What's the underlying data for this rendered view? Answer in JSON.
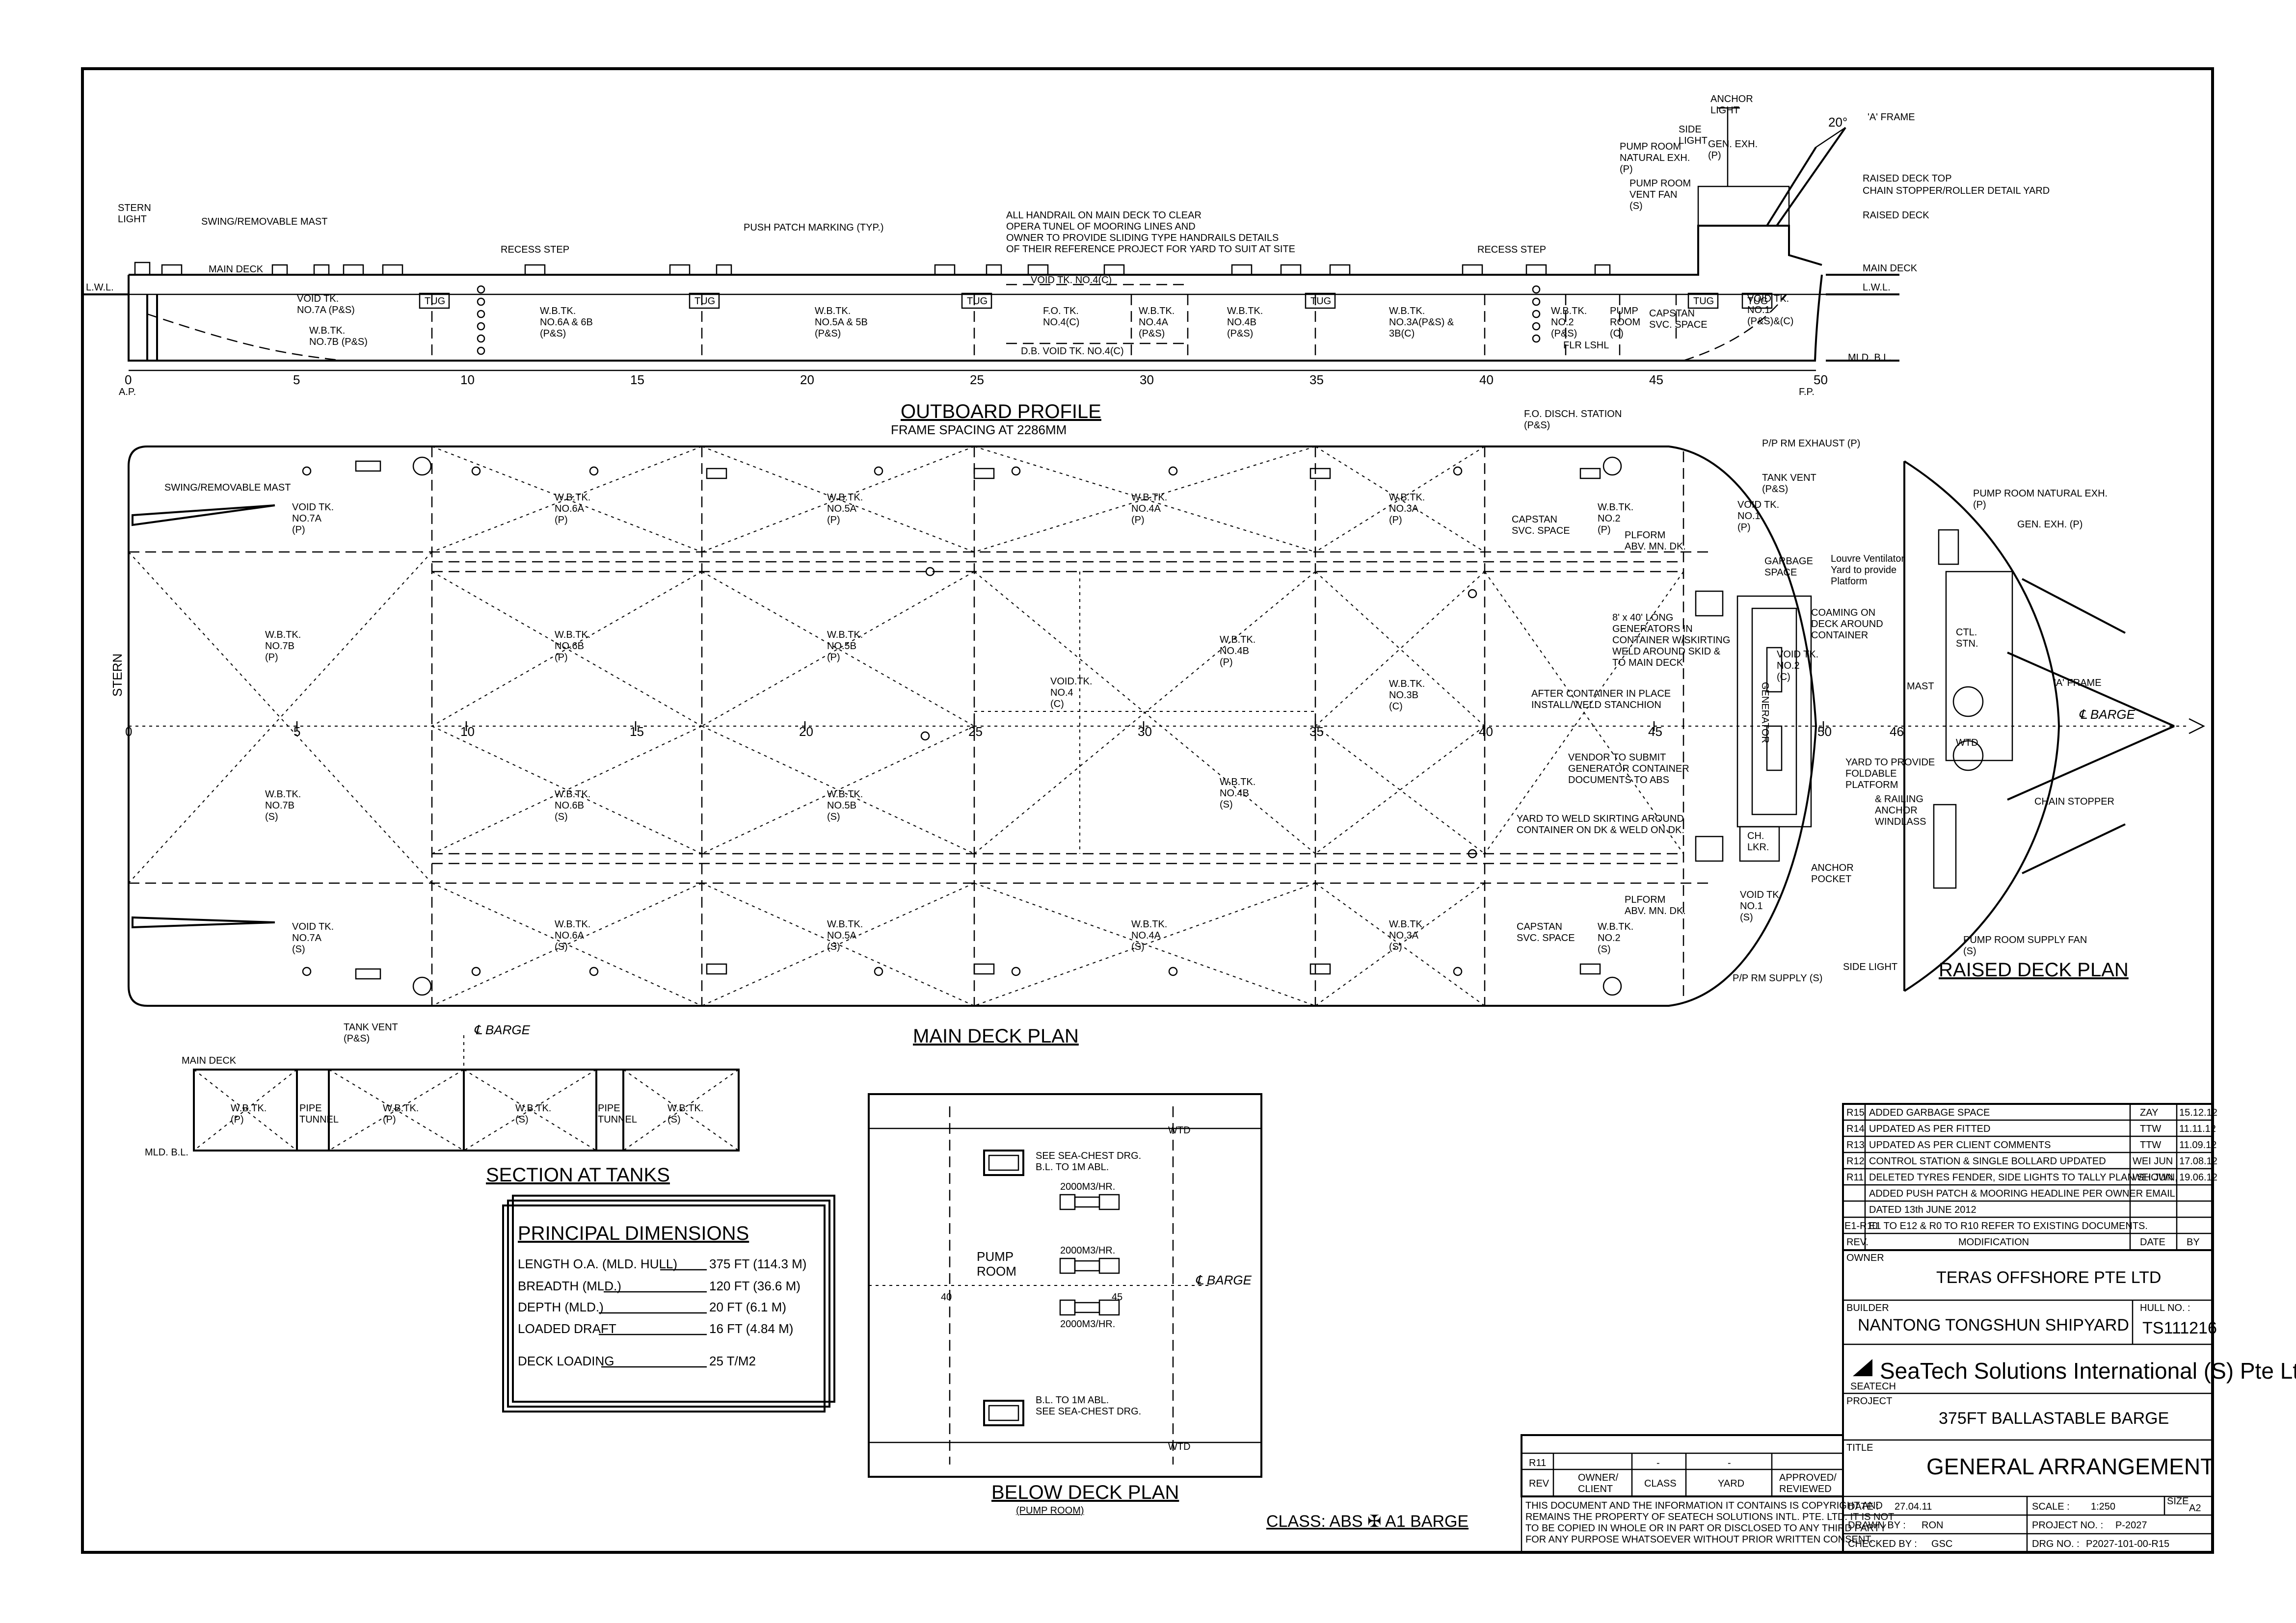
{
  "outboard_profile": {
    "title": "OUTBOARD PROFILE",
    "subtitle": "FRAME SPACING AT 2286MM",
    "labels": {
      "stern_light": "STERN\nLIGHT",
      "swing_mast": "SWING/REMOVABLE MAST",
      "main_deck": "MAIN DECK",
      "lwl": "L.W.L.",
      "recess_step": "RECESS STEP",
      "push_patch": "PUSH PATCH MARKING (TYP.)",
      "handrail_note": "ALL HANDRAIL ON MAIN DECK TO CLEAR\nOPERA TUNEL OF MOORING LINES AND\nOWNER TO PROVIDE SLIDING TYPE HANDRAILS DETAILS\nOF THEIR REFERENCE PROJECT FOR YARD TO SUIT AT SITE",
      "void_tk_4c": "VOID TK. NO.4(C)",
      "db_void": "D.B. VOID TK. NO.4(C)",
      "anchor_light": "ANCHOR\nLIGHT",
      "side_light": "SIDE\nLIGHT",
      "pump_room_nat": "PUMP ROOM\nNATURAL EXH.\n(P)",
      "gen_exh": "GEN. EXH.\n(P)",
      "pump_room_vent": "PUMP ROOM\nVENT FAN\n(S)",
      "a_frame": "'A' FRAME",
      "angle": "20°",
      "raised_deck_top": "RAISED DECK TOP",
      "chain_stopper_detail": "CHAIN STOPPER/ROLLER DETAIL YARD",
      "raised_deck": "RAISED DECK",
      "mld_bl": "MLD. B.L.",
      "ap": "A.P.",
      "fp": "F.P.",
      "pump_room": "PUMP\nROOM\n(C)",
      "capstan": "CAPSTAN\nSVC. SPACE",
      "void_1": "VOID TK.\nNO.1\n(P&S)&(C)",
      "tug": "TUG",
      "flr_lshl": "FLR LSHL"
    },
    "tanks": [
      {
        "label": "VOID TK.\nNO.7A (P&S)"
      },
      {
        "label": "W.B.TK.\nNO.7B (P&S)"
      },
      {
        "label": "W.B.TK.\nNO.6A & 6B\n(P&S)"
      },
      {
        "label": "W.B.TK.\nNO.5A & 5B\n(P&S)"
      },
      {
        "label": "F.O. TK.\nNO.4(C)"
      },
      {
        "label": "W.B.TK.\nNO.4A\n(P&S)"
      },
      {
        "label": "W.B.TK.\nNO.4B\n(P&S)"
      },
      {
        "label": "W.B.TK.\nNO.3A(P&S) &\n3B(C)"
      },
      {
        "label": "W.B.TK.\nNO.2\n(P&S)"
      }
    ],
    "frames": [
      "0",
      "5",
      "10",
      "15",
      "20",
      "25",
      "30",
      "35",
      "40",
      "45",
      "50"
    ]
  },
  "main_deck_plan": {
    "title": "MAIN DECK PLAN",
    "stern": "STERN",
    "frames": [
      "0",
      "5",
      "10",
      "15",
      "20",
      "25",
      "30",
      "35",
      "40",
      "45",
      "50",
      "46"
    ],
    "tanks": {
      "void7a_p": "VOID TK.\nNO.7A\n(P)",
      "void7a_s": "VOID TK.\nNO.7A\n(S)",
      "wb7b_p": "W.B.TK.\nNO.7B\n(P)",
      "wb7b_s": "W.B.TK.\nNO.7B\n(S)",
      "wb6a_p": "W.B.TK.\nNO.6A\n(P)",
      "wb6b_p": "W.B.TK.\nNO.6B\n(P)",
      "wb6b_s": "W.B.TK.\nNO.6B\n(S)",
      "wb6a_s": "W.B.TK.\nNO.6A\n(S)",
      "wb5a_p": "W.B.TK.\nNO.5A\n(P)",
      "wb5b_p": "W.B.TK.\nNO.5B\n(P)",
      "wb5b_s": "W.B.TK.\nNO.5B\n(S)",
      "wb5a_s": "W.B.TK.\nNO.5A\n(S)",
      "void4": "VOID.TK.\nNO.4\n(C)",
      "wb4a_p": "W.B.TK.\nNO.4A\n(P)",
      "wb4b_p": "W.B.TK.\nNO.4B\n(P)",
      "wb4b_s": "W.B.TK.\nNO.4B\n(S)",
      "wb4a_s": "W.B.TK.\nNO.4A\n(S)",
      "wb3a_p": "W.B.TK.\nNO.3A\n(P)",
      "wb3b": "W.B.TK.\nNO.3B\n(C)",
      "wb3a_s": "W.B.TK.\nNO.3A\n(S)",
      "wb2_p": "W.B.TK.\nNO.2\n(P)",
      "wb2_s": "W.B.TK.\nNO.2\n(S)",
      "void1_p": "VOID TK.\nNO.1\n(P)",
      "void1_s": "VOID TK.\nNO.1\n(S)",
      "void2_c": "VOID TK.\nNO.2\n(C)"
    },
    "callouts": {
      "swing_mast": "SWING/REMOVABLE MAST",
      "fo_disch": "F.O. DISCH. STATION\n(P&S)",
      "pp_exhaust": "P/P RM EXHAUST (P)",
      "tank_vent": "TANK VENT\n(P&S)",
      "capstan_p": "CAPSTAN\nSVC. SPACE",
      "pform_p": "PLFORM\nABV. MN. DK.",
      "louvre": "Louvre Ventilator\nYard to provide\nPlatform",
      "garbage": "GARBAGE\nSPACE",
      "generators": "8' x 40' LONG\nGENERATORS IN\nCONTAINER W/SKIRTING\nWELD AROUND SKID &\nTO MAIN DECK",
      "coaming": "COAMING ON\nDECK AROUND\nCONTAINER",
      "after_container": "AFTER CONTAINER IN PLACE\nINSTALL/WELD STANCHION",
      "vendor": "VENDOR TO SUBMIT\nGENERATOR CONTAINER\nDOCUMENTS TO ABS",
      "generator": "GENERATOR",
      "skirting": "YARD TO WELD SKIRTING AROUND\nCONTAINER ON DK & WELD ON DK.",
      "ch_lkr": "CH.\nLKR.",
      "anchor_pocket": "ANCHOR\nPOCKET",
      "capstan_s": "CAPSTAN\nSVC. SPACE",
      "pform_s": "PLFORM\nABV. MN. DK.",
      "pp_supply": "P/P RM SUPPLY (S)"
    }
  },
  "raised_deck_plan": {
    "title": "RAISED DECK PLAN",
    "labels": {
      "pump_room_nat": "PUMP ROOM NATURAL EXH.\n(P)",
      "gen_exh": "GEN. EXH. (P)",
      "ctl_stn": "CTL.\nSTN.",
      "mast": "MAST",
      "a_frame": "'A' FRAME",
      "barge_cl": "℄ BARGE",
      "yard_foldable": "YARD TO PROVIDE\nFOLDABLE\nPLATFORM",
      "anchor_windlass": "& RAILING\nANCHOR\nWINDLASS",
      "chain_stopper": "CHAIN STOPPER",
      "pump_supply": "PUMP ROOM SUPPLY FAN\n(S)",
      "side_light": "SIDE LIGHT",
      "wtd": "WTD"
    }
  },
  "section_at_tanks": {
    "title": "SECTION AT TANKS",
    "main_deck": "MAIN DECK",
    "mld_bl": "MLD. B.L.",
    "tank_vent": "TANK VENT\n(P&S)",
    "barge_cl": "℄ BARGE",
    "cells": [
      "W.B.TK.\n(P)",
      "PIPE\nTUNNEL",
      "W.B.TK.\n(P)",
      "W.B.TK.\n(S)",
      "PIPE\nTUNNEL",
      "W.B.TK.\n(S)"
    ]
  },
  "principal_dimensions": {
    "title": "PRINCIPAL DIMENSIONS",
    "rows": [
      {
        "label": "LENGTH O.A. (MLD. HULL)",
        "value": "375 FT (114.3 M)"
      },
      {
        "label": "BREADTH (MLD.)",
        "value": "120 FT (36.6 M)"
      },
      {
        "label": "DEPTH (MLD.)",
        "value": "20 FT (6.1 M)"
      },
      {
        "label": "LOADED DRAFT",
        "value": "16 FT (4.84 M)"
      },
      {
        "label": "DECK LOADING",
        "value": "25 T/M2"
      }
    ]
  },
  "below_deck_plan": {
    "title": "BELOW DECK PLAN",
    "subtitle": "(PUMP ROOM)",
    "labels": {
      "sea_chest_top": "SEE SEA-CHEST DRG.\nB.L. TO 1M ABL.",
      "pump1": "2000M3/HR.",
      "pump2": "2000M3/HR.",
      "pump3": "2000M3/HR.",
      "pump_room": "PUMP\nROOM",
      "frame40": "40",
      "frame45": "45",
      "barge_cl": "℄ BARGE",
      "sea_chest_bot": "B.L. TO 1M ABL.\nSEE SEA-CHEST DRG.",
      "wtd_top": "WTD",
      "wtd_bot": "WTD"
    }
  },
  "class_note": "CLASS: ABS ✠ A1 BARGE",
  "revisions": [
    {
      "rev": "R15",
      "mod": "ADDED GARBAGE SPACE",
      "by": "ZAY",
      "date": "15.12.12"
    },
    {
      "rev": "R14",
      "mod": "UPDATED AS PER FITTED",
      "by": "TTW",
      "date": "11.11.12"
    },
    {
      "rev": "R13",
      "mod": "UPDATED AS PER CLIENT COMMENTS",
      "by": "TTW",
      "date": "11.09.12"
    },
    {
      "rev": "R12",
      "mod": "CONTROL STATION & SINGLE BOLLARD UPDATED",
      "by": "WEI JUN",
      "date": "17.08.12"
    },
    {
      "rev": "R11",
      "mod": "DELETED TYRES FENDER, SIDE LIGHTS TO TALLY PLAN SHOWN,",
      "by": "WEI JUN",
      "date": "19.06.12"
    },
    {
      "rev": "",
      "mod": "ADDED PUSH PATCH & MOORING HEADLINE PER OWNER EMAIL",
      "by": "",
      "date": ""
    },
    {
      "rev": "",
      "mod": "DATED 13th JUNE 2012",
      "by": "",
      "date": ""
    },
    {
      "rev": "E1-R10",
      "mod": "E1 TO E12 & R0 TO R10 REFER TO EXISTING DOCUMENTS.",
      "by": "",
      "date": ""
    }
  ],
  "rev_header": {
    "rev": "REV.",
    "mod": "MODIFICATION",
    "date": "DATE",
    "by": "BY"
  },
  "title_block": {
    "owner_label": "OWNER",
    "owner": "TERAS OFFSHORE PTE LTD",
    "builder_label": "BUILDER",
    "builder": "NANTONG TONGSHUN SHIPYARD",
    "hull_label": "HULL NO. :",
    "hull_no": "TS111216",
    "company": "SeaTech Solutions International (S) Pte Ltd",
    "logo_text": "SEATECH",
    "project_label": "PROJECT",
    "project": "375FT BALLASTABLE BARGE",
    "title_label": "TITLE",
    "title": "GENERAL ARRANGEMENT",
    "date_label": "DATE :",
    "date": "27.04.11",
    "scale_label": "SCALE :",
    "scale": "1:250",
    "size_label": "SIZE",
    "size": "A2",
    "drawn_label": "DRAWN BY :",
    "drawn": "RON",
    "project_no_label": "PROJECT NO. :",
    "project_no": "P-2027",
    "checked_label": "CHECKED BY :",
    "checked": "GSC",
    "drg_label": "DRG NO. :",
    "drg_no": "P2027-101-00-R15"
  },
  "approval_block": {
    "r11": "R11",
    "dash1": "-",
    "dash2": "-",
    "rev": "REV",
    "owner_client": "OWNER/\nCLIENT",
    "class": "CLASS",
    "yard": "YARD",
    "approved": "APPROVED/\nREVIEWED",
    "copyright": "THIS DOCUMENT AND THE INFORMATION IT CONTAINS IS COPYRIGHT AND\nREMAINS THE PROPERTY OF SEATECH SOLUTIONS INTL. PTE. LTD. IT IS NOT\nTO BE COPIED IN WHOLE OR IN PART OR DISCLOSED TO ANY THIRD PARTY\nFOR ANY PURPOSE WHATSOEVER WITHOUT PRIOR WRITTEN CONSENT."
  }
}
